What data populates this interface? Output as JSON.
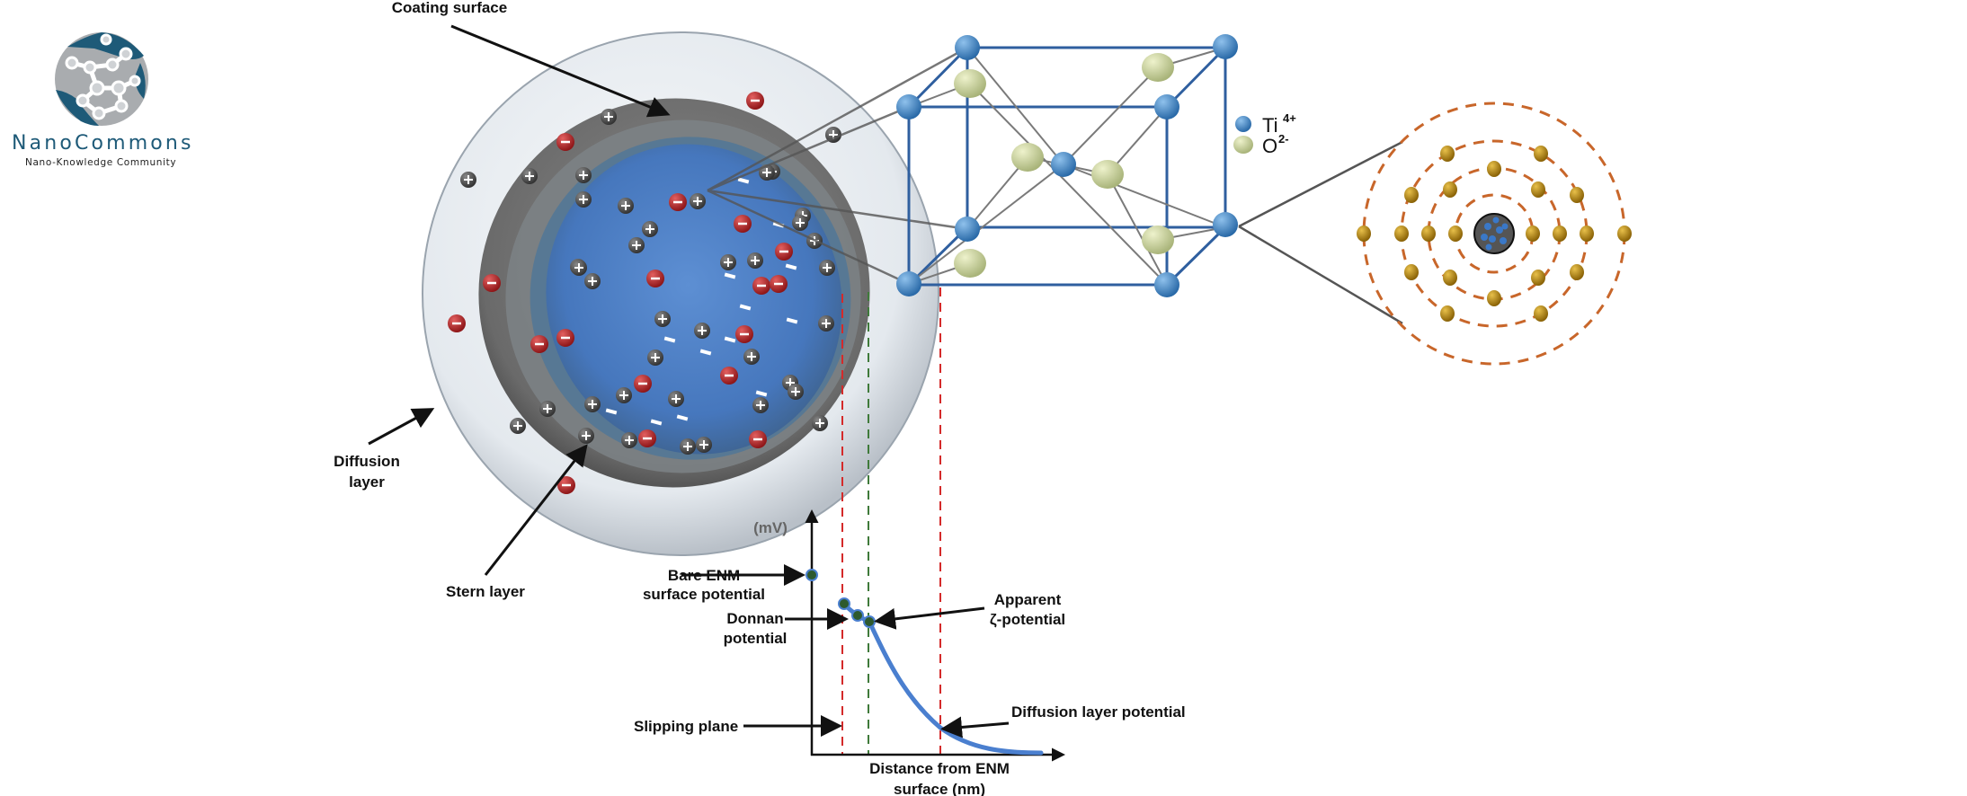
{
  "logo": {
    "title": "NanoCommons",
    "tagline": "Nano-Knowledge Community",
    "colors": {
      "primary": "#1e5a78",
      "secondary": "#a9acaf"
    }
  },
  "labels": {
    "coating_surface": "Coating surface",
    "diffusion_layer_line1": "Diffusion",
    "diffusion_layer_line2": "layer",
    "stern_layer": "Stern layer",
    "bare_enm_line1": "Bare ENM",
    "bare_enm_line2": "surface potential",
    "donnan_line1": "Donnan",
    "donnan_line2": "potential",
    "apparent_line1": "Apparent",
    "apparent_line2": "ζ-potential",
    "slipping_plane": "Slipping plane",
    "diffusion_layer_potential": "Diffusion layer potential",
    "y_axis_unit": "(mV)",
    "x_axis_line1": "Distance from ENM",
    "x_axis_line2": "surface (nm)"
  },
  "legend": {
    "items": [
      {
        "symbol": "Ti",
        "charge": "4+",
        "color": "#3b7fc0"
      },
      {
        "symbol": "O",
        "charge": "2-",
        "color": "#c9d39a"
      }
    ]
  },
  "colors": {
    "ion_positive": "#4a4a4a",
    "ion_negative": "#b3262a",
    "core": "#4a7ec4",
    "stern": "#6e6e6e",
    "diffusion": "#e6eaee",
    "curve": "#4a7fcf",
    "marker": "#2e5a2e",
    "slipping_dash": "#d42a2a",
    "zeta_dash": "#3f7a3a",
    "shell_dash": "#c8662a",
    "shell_atom": "#b8860b"
  },
  "potential_profile": {
    "points": [
      {
        "name": "Bare ENM surface potential",
        "x": 0,
        "y": 0.76
      },
      {
        "name": "Donnan potential",
        "x": 0.13,
        "y": 0.55
      },
      {
        "name": "Apparent zeta potential",
        "x": 0.23,
        "y": 0.52
      }
    ],
    "curve_y_at_diffusion_boundary": 0.11
  },
  "ions": {
    "positive_count_visible": 39,
    "negative_count_visible": 18
  }
}
